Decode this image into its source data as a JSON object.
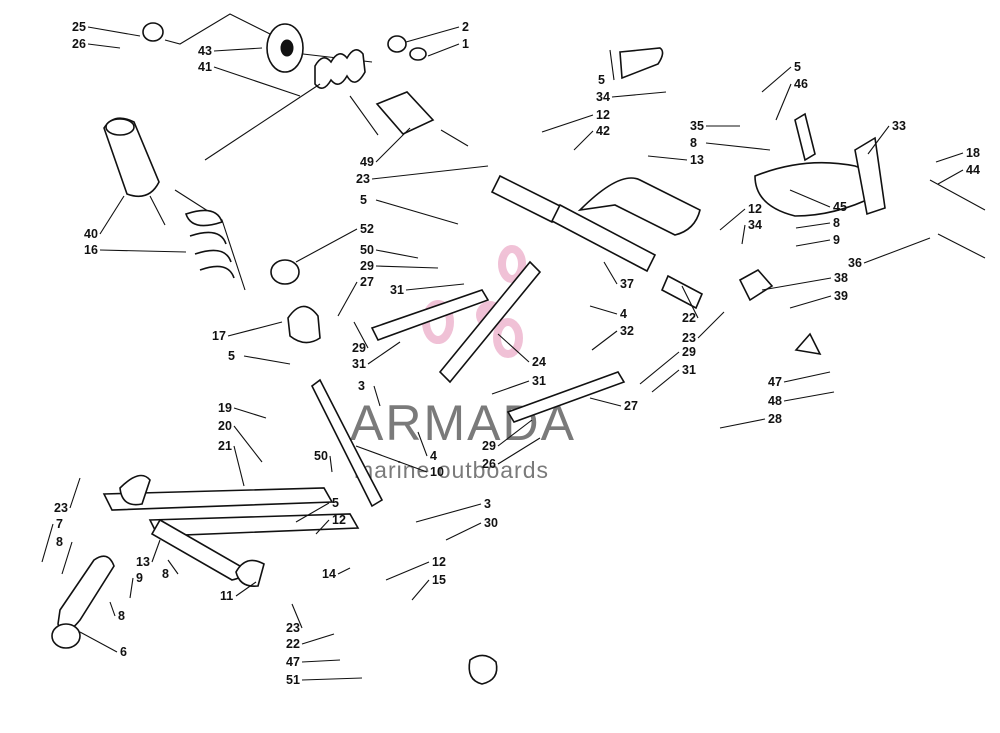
{
  "watermark": {
    "brand": "ARMADA",
    "tagline": "marine outboards",
    "brand_color": "#e58fb6",
    "text_color": "#7a7a7a"
  },
  "callouts": [
    {
      "key": "c25",
      "label": "25"
    },
    {
      "key": "c26",
      "label": "26"
    },
    {
      "key": "c43",
      "label": "43"
    },
    {
      "key": "c41",
      "label": "41"
    },
    {
      "key": "c2",
      "label": "2"
    },
    {
      "key": "c1",
      "label": "1"
    },
    {
      "key": "c49",
      "label": "49"
    },
    {
      "key": "c23a",
      "label": "23"
    },
    {
      "key": "c40",
      "label": "40"
    },
    {
      "key": "c16a",
      "label": "16"
    },
    {
      "key": "c5a",
      "label": "5"
    },
    {
      "key": "c52",
      "label": "52"
    },
    {
      "key": "c50a",
      "label": "50"
    },
    {
      "key": "c29a",
      "label": "29"
    },
    {
      "key": "c27a",
      "label": "27"
    },
    {
      "key": "c31a",
      "label": "31"
    },
    {
      "key": "c17",
      "label": "17"
    },
    {
      "key": "c5b",
      "label": "5"
    },
    {
      "key": "c29b",
      "label": "29"
    },
    {
      "key": "c31b",
      "label": "31"
    },
    {
      "key": "c3a",
      "label": "3"
    },
    {
      "key": "c19",
      "label": "19"
    },
    {
      "key": "c20",
      "label": "20"
    },
    {
      "key": "c21",
      "label": "21"
    },
    {
      "key": "c4a",
      "label": "4"
    },
    {
      "key": "c10",
      "label": "10"
    },
    {
      "key": "c50b",
      "label": "50"
    },
    {
      "key": "c5c",
      "label": "5"
    },
    {
      "key": "c12a",
      "label": "12"
    },
    {
      "key": "c3b",
      "label": "3"
    },
    {
      "key": "c30",
      "label": "30"
    },
    {
      "key": "c23b",
      "label": "23"
    },
    {
      "key": "c7",
      "label": "7"
    },
    {
      "key": "c8a",
      "label": "8"
    },
    {
      "key": "c13a",
      "label": "13"
    },
    {
      "key": "c8b",
      "label": "8"
    },
    {
      "key": "c9a",
      "label": "9"
    },
    {
      "key": "c8c",
      "label": "8"
    },
    {
      "key": "c11",
      "label": "11"
    },
    {
      "key": "c14",
      "label": "14"
    },
    {
      "key": "c12b",
      "label": "12"
    },
    {
      "key": "c15",
      "label": "15"
    },
    {
      "key": "c6",
      "label": "6"
    },
    {
      "key": "c23c",
      "label": "23"
    },
    {
      "key": "c22a",
      "label": "22"
    },
    {
      "key": "c47a",
      "label": "47"
    },
    {
      "key": "c51",
      "label": "51"
    },
    {
      "key": "c5d",
      "label": "5"
    },
    {
      "key": "c34a",
      "label": "34"
    },
    {
      "key": "c12c",
      "label": "12"
    },
    {
      "key": "c42",
      "label": "42"
    },
    {
      "key": "c5e",
      "label": "5"
    },
    {
      "key": "c46",
      "label": "46"
    },
    {
      "key": "c35",
      "label": "35"
    },
    {
      "key": "c8d",
      "label": "8"
    },
    {
      "key": "c13b",
      "label": "13"
    },
    {
      "key": "c33",
      "label": "33"
    },
    {
      "key": "c18",
      "label": "18"
    },
    {
      "key": "c44",
      "label": "44"
    },
    {
      "key": "c45",
      "label": "45"
    },
    {
      "key": "c12d",
      "label": "12"
    },
    {
      "key": "c34b",
      "label": "34"
    },
    {
      "key": "c8e",
      "label": "8"
    },
    {
      "key": "c9b",
      "label": "9"
    },
    {
      "key": "c36",
      "label": "36"
    },
    {
      "key": "c37",
      "label": "37"
    },
    {
      "key": "c38",
      "label": "38"
    },
    {
      "key": "c39",
      "label": "39"
    },
    {
      "key": "c4b",
      "label": "4"
    },
    {
      "key": "c32",
      "label": "32"
    },
    {
      "key": "c22b",
      "label": "22"
    },
    {
      "key": "c23d",
      "label": "23"
    },
    {
      "key": "c24",
      "label": "24"
    },
    {
      "key": "c31c",
      "label": "31"
    },
    {
      "key": "c29c",
      "label": "29"
    },
    {
      "key": "c31d",
      "label": "31"
    },
    {
      "key": "c27b",
      "label": "27"
    },
    {
      "key": "c29d",
      "label": "29"
    },
    {
      "key": "c26b",
      "label": "26"
    },
    {
      "key": "c47b",
      "label": "47"
    },
    {
      "key": "c48",
      "label": "48"
    },
    {
      "key": "c28",
      "label": "28"
    }
  ]
}
